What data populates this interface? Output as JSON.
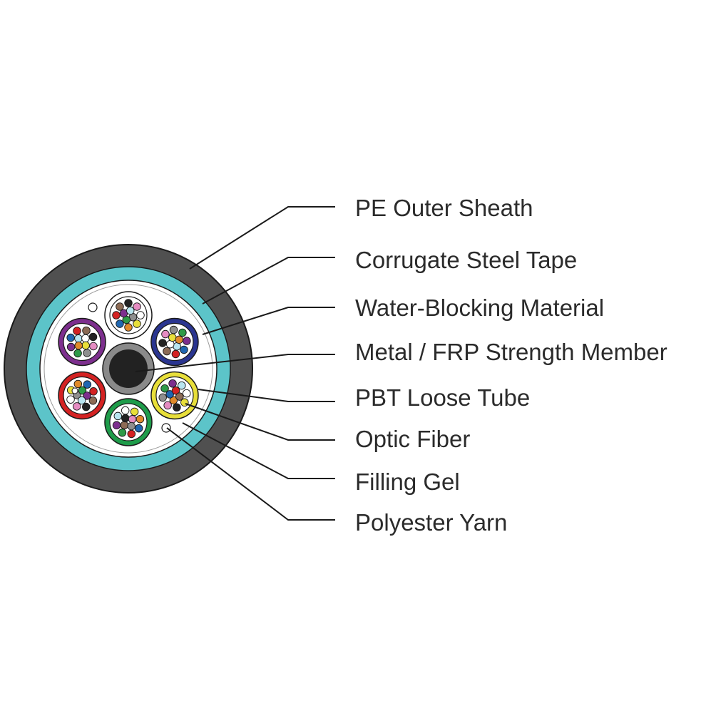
{
  "labels": [
    {
      "id": "pe-outer-sheath",
      "text": "PE Outer Sheath"
    },
    {
      "id": "corrugate-steel-tape",
      "text": "Corrugate Steel Tape"
    },
    {
      "id": "water-blocking-material",
      "text": "Water-Blocking Material"
    },
    {
      "id": "strength-member",
      "text": "Metal / FRP Strength Member"
    },
    {
      "id": "pbt-loose-tube",
      "text": "PBT Loose Tube"
    },
    {
      "id": "optic-fiber",
      "text": "Optic Fiber"
    },
    {
      "id": "filling-gel",
      "text": "Filling Gel"
    },
    {
      "id": "polyester-yarn",
      "text": "Polyester Yarn"
    }
  ],
  "colors": {
    "outer_sheath": "#505050",
    "steel_tape": "#5cc4c9",
    "line": "#1a1a1a",
    "text": "#2b2b2b",
    "strength_ring": "#8a8a8a",
    "strength_core": "#222222",
    "tube_colors": [
      "#ffffff",
      "#2a3590",
      "#e8df3a",
      "#1e9c4a",
      "#d42222",
      "#7d2f8e"
    ],
    "fiber_colors": [
      "#ffffff",
      "#e8df3a",
      "#e08a2a",
      "#1f66b0",
      "#d42222",
      "#8c6b55",
      "#222222",
      "#e58cc2",
      "#8e8e8e",
      "#2e9a48",
      "#7d2f8e",
      "#b8e5f0"
    ]
  }
}
